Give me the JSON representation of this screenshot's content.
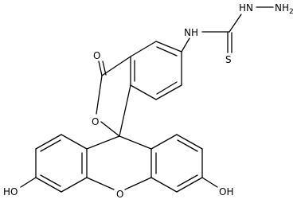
{
  "molecule": {
    "atoms": {
      "nh_upper": "HN",
      "nh2": "NH",
      "nh2_sub": "2",
      "nh_amide": "NH",
      "s": "S",
      "o_carbonyl": "O",
      "o_lactone": "O",
      "o_xanthene": "O",
      "ho_left": "HO",
      "oh_right": "OH"
    },
    "colors": {
      "bond": "#000000",
      "text": "#000000",
      "background": "#ffffff"
    }
  }
}
